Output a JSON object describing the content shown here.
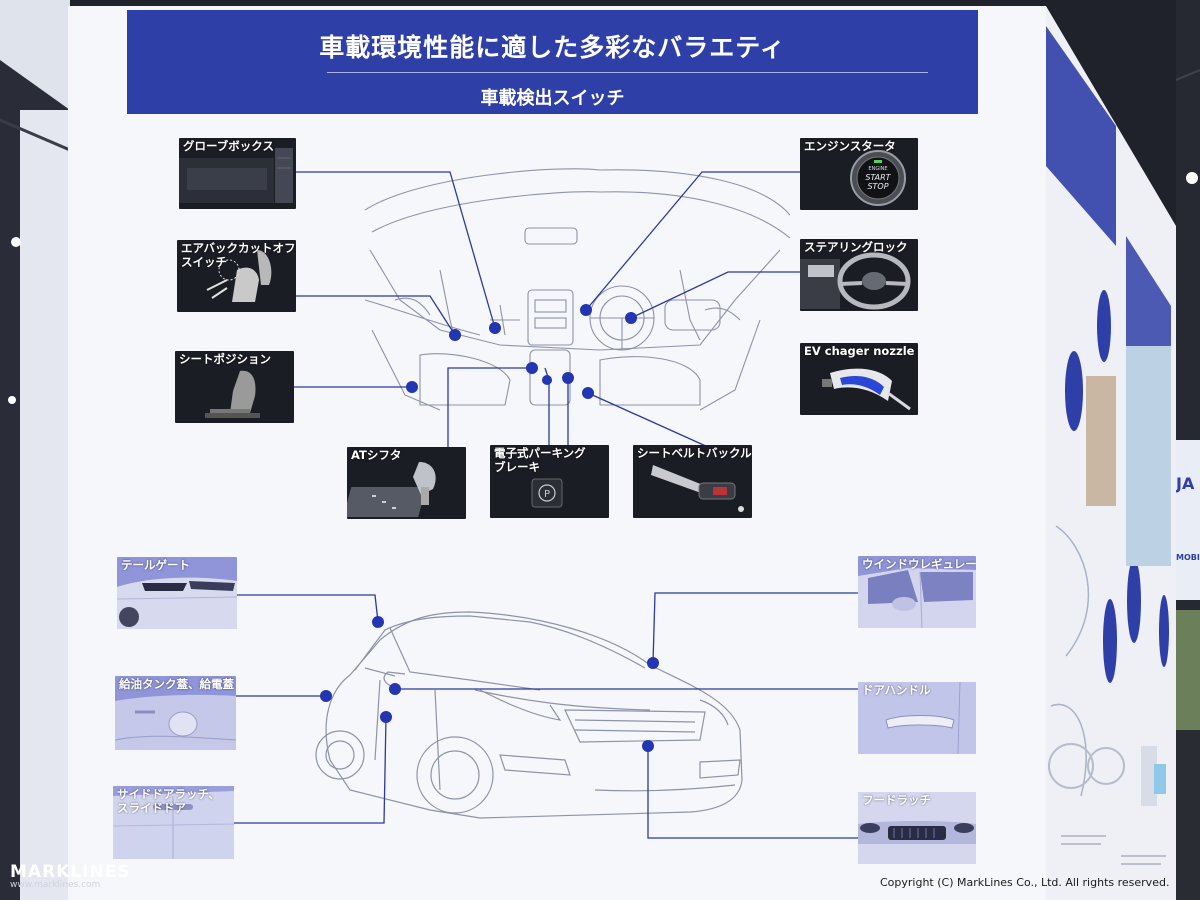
{
  "header": {
    "title": "車載環境性能に適した多彩なバラエティ",
    "subtitle": "車載検出スイッチ"
  },
  "interior_items": [
    {
      "id": "glovebox",
      "label": "グローブボックス"
    },
    {
      "id": "airbag",
      "label": "エアバックカットオフ",
      "label2": "スイッチ"
    },
    {
      "id": "seat",
      "label": "シートポジション"
    },
    {
      "id": "shifter",
      "label": "ATシフタ"
    },
    {
      "id": "parking",
      "label": "電子式パーキング",
      "label2": "ブレーキ"
    },
    {
      "id": "seatbelt",
      "label": "シートベルトバックル"
    },
    {
      "id": "engine",
      "label": "エンジンスタータ",
      "button_lines": [
        "ENGINE",
        "START",
        "STOP"
      ]
    },
    {
      "id": "steering",
      "label": "ステアリングロック"
    },
    {
      "id": "ev",
      "label": "EV chager nozzle"
    }
  ],
  "exterior_items": [
    {
      "id": "tailgate",
      "label": "テールゲート"
    },
    {
      "id": "fuel",
      "label": "給油タンク蓋、給電蓋"
    },
    {
      "id": "slide",
      "label": "サイドドアラッチ、",
      "label2": "スライドドア"
    },
    {
      "id": "window",
      "label": "ウインドウレギュレータ"
    },
    {
      "id": "doorhandle",
      "label": "ドアハンドル"
    },
    {
      "id": "hood",
      "label": "フードラッチ"
    }
  ],
  "parking_symbol": "P",
  "booth_sign_text": "JA",
  "booth_sign_text2": "MOBILITY",
  "copyright": "Copyright (C) MarkLines Co., Ltd. All rights reserved.",
  "brand": {
    "name": "MARKLINES",
    "url": "www.marklines.com"
  },
  "colors": {
    "header": "#2f3fa8",
    "connector": "#2a3aa0",
    "dot": "#2335b0"
  }
}
